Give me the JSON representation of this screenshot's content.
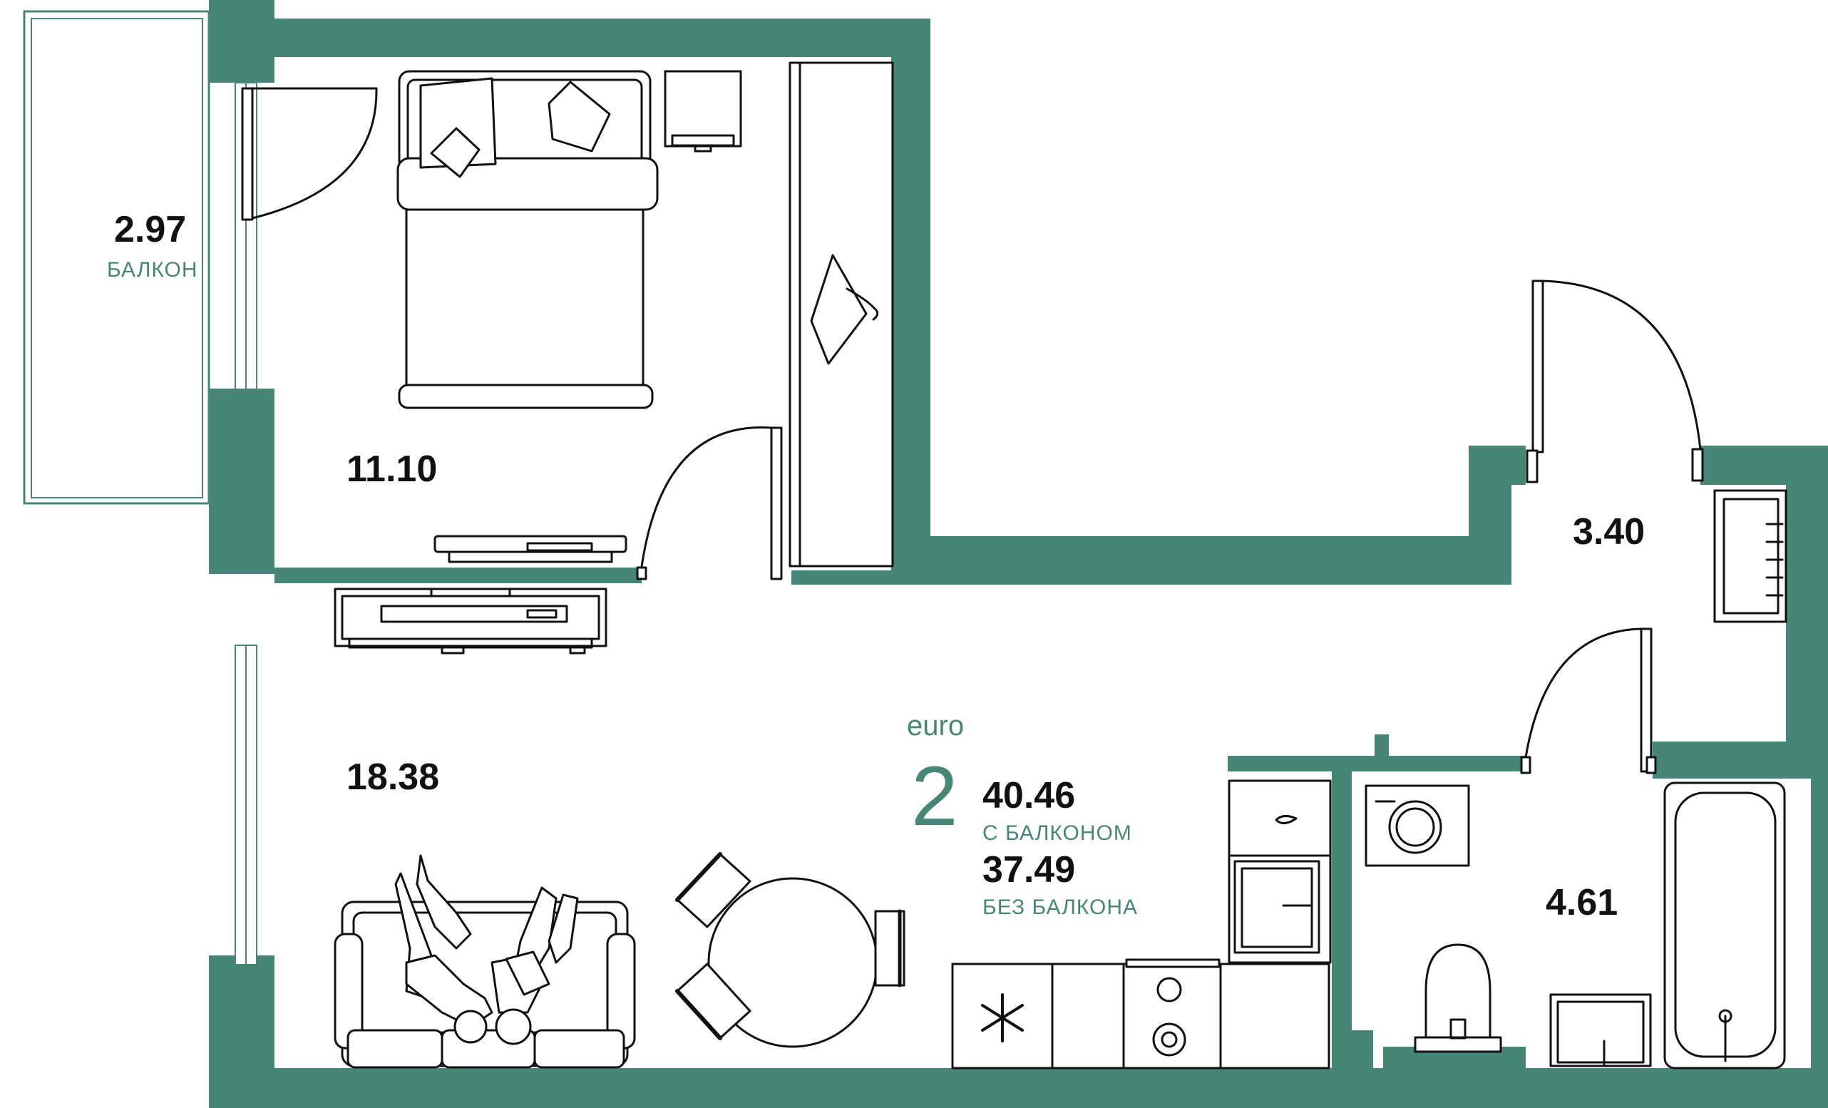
{
  "colors": {
    "wall": "#478677",
    "accent": "#478677",
    "text": "#111111",
    "line": "#111111"
  },
  "rooms": {
    "balcony": {
      "area": "2.97",
      "label": "БАЛКОН"
    },
    "bedroom": {
      "area": "11.10"
    },
    "living_kitchen": {
      "area": "18.38"
    },
    "hall": {
      "area": "3.40"
    },
    "bathroom": {
      "area": "4.61"
    }
  },
  "summary": {
    "type": "euro",
    "rooms_count": "2",
    "total_with_balcony": "40.46",
    "with_balcony_label": "С БАЛКОНОМ",
    "total_without_balcony": "37.49",
    "without_balcony_label": "БЕЗ БАЛКОНА"
  },
  "icons": [
    "bed-icon",
    "wardrobe-icon",
    "hanger-icon",
    "tv-icon",
    "sofa-icon",
    "people-icon",
    "dining-table-icon",
    "chair-icon",
    "fridge-icon",
    "snowflake-icon",
    "stove-icon",
    "oven-icon",
    "washing-machine-icon",
    "toilet-icon",
    "sink-icon",
    "bathtub-icon",
    "radiator-icon",
    "door-icon",
    "window-icon"
  ]
}
